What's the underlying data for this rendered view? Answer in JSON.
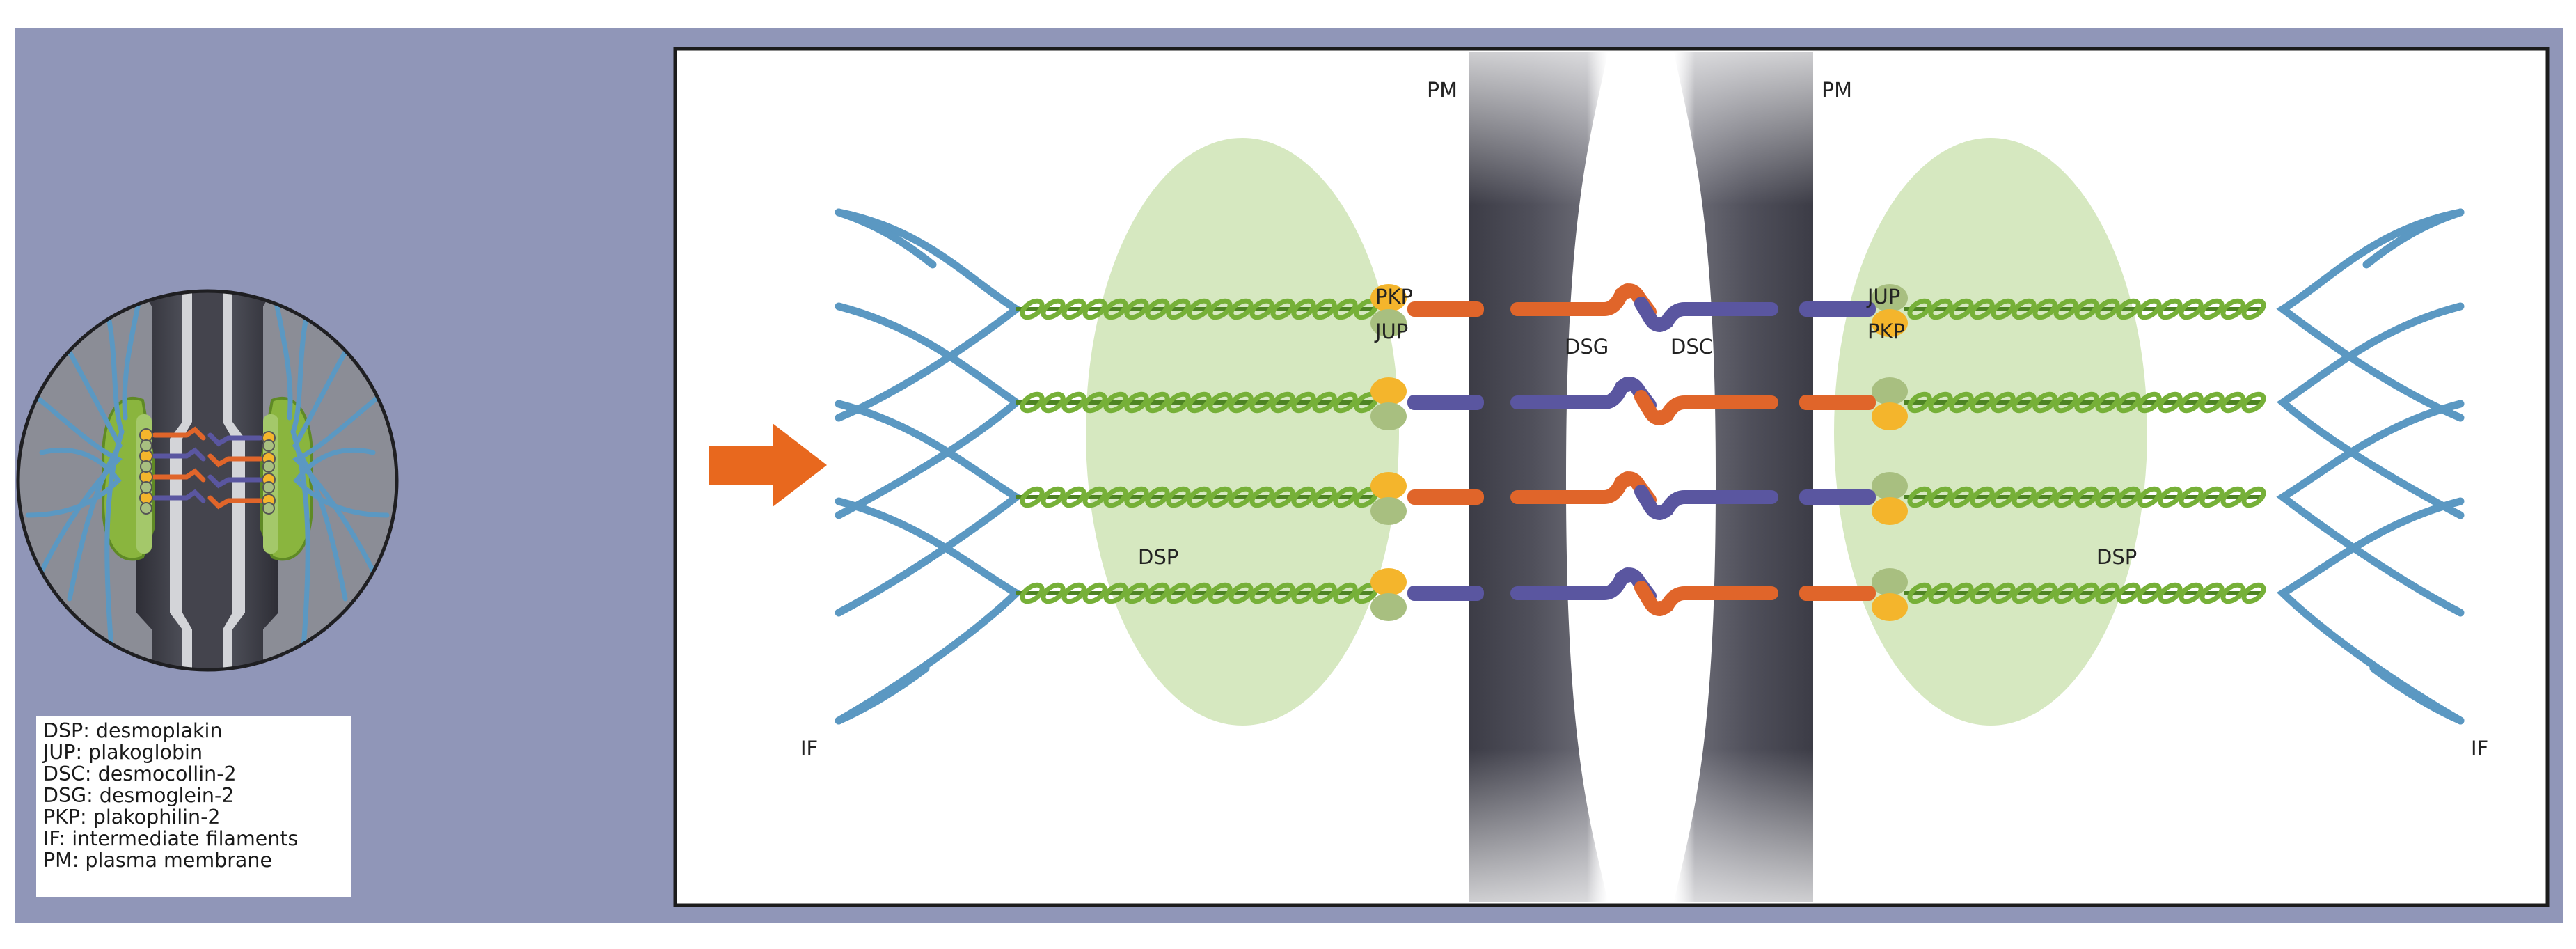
{
  "labels": {
    "pm_left": "PM",
    "pm_right": "PM",
    "dsg": "DSG",
    "dsc": "DSC",
    "pkp_left": "PKP",
    "jup_left": "JUP",
    "jup_right": "JUP",
    "pkp_right": "PKP",
    "dsp_left": "DSP",
    "dsp_right": "DSP",
    "if_left": "IF",
    "if_right": "IF"
  },
  "legend": [
    "DSP: desmoplakin",
    "JUP: plakoglobin",
    "DSC: desmocollin-2",
    "DSG: desmoglein-2",
    "PKP: plakophilin-2",
    "IF: intermediate filaments",
    "PM: plasma membrane"
  ],
  "colors": {
    "frame": "#9096b8",
    "if_filament": "#5b98c2",
    "dsp_blob": "#d6e8c0",
    "dsp_chain": "#76b038",
    "dsg": "#e0652a",
    "dsc": "#5a56a0",
    "pkp": "#f4b52c",
    "jup": "#a8bf80",
    "membrane": "#454550",
    "arrow": "#e8681e"
  }
}
